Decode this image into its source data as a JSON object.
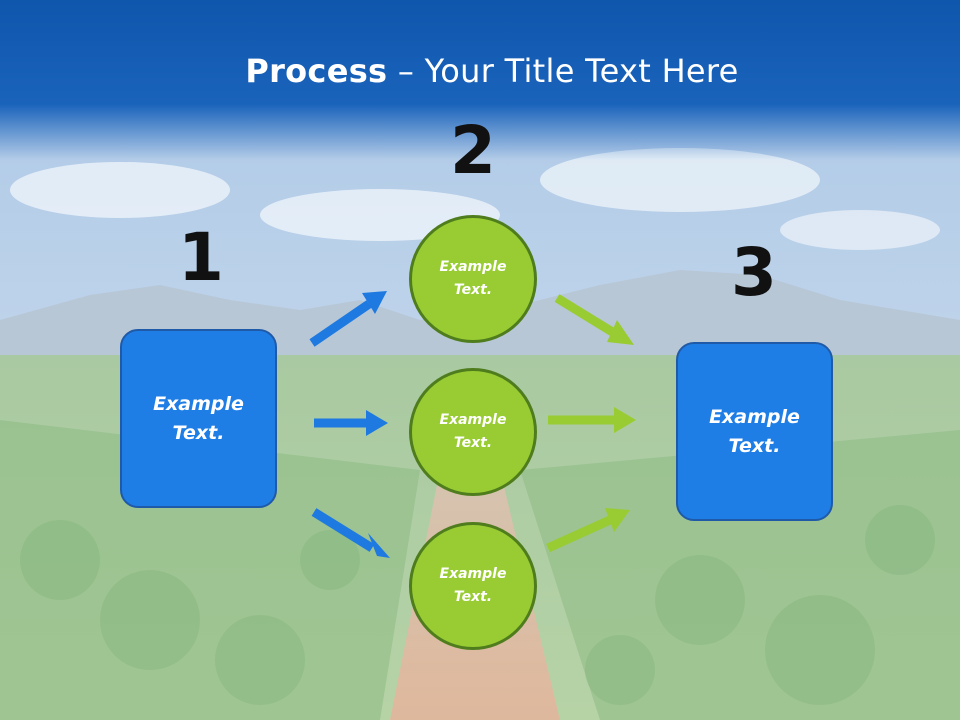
{
  "slide": {
    "title_bold": "Process",
    "title_rest": " – Your Title Text Here"
  },
  "steps": {
    "step1_number": "1",
    "step2_number": "2",
    "step3_number": "3"
  },
  "boxes": {
    "left_text": "Example\nText.",
    "right_text": "Example\nText."
  },
  "circles": {
    "top_text": "Example\nText.",
    "middle_text": "Example\nText.",
    "bottom_text": "Example\nText."
  },
  "colors": {
    "header_blue": "#0f5bb5",
    "box_blue": "#1f7ee6",
    "circle_green": "#99cc33",
    "arrow_blue": "#1e7ae0",
    "arrow_green": "#99cc33"
  }
}
